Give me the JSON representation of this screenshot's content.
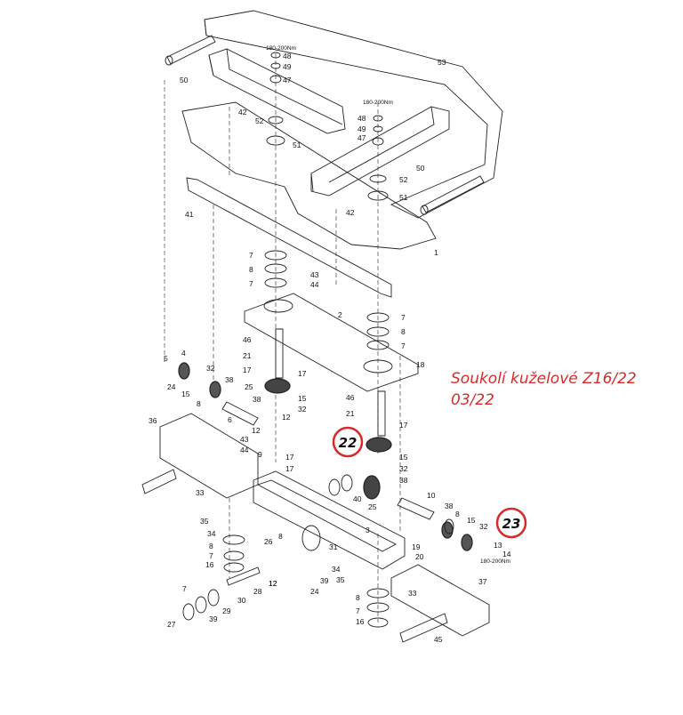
{
  "caption": {
    "line1": "Soukolí kuželové Z16/22",
    "line2": "03/22"
  },
  "highlight_color": "#d52b2b",
  "highlighted_parts": [
    {
      "id": "circle-22",
      "label": "22"
    },
    {
      "id": "circle-23",
      "label": "23"
    }
  ],
  "torque_labels": [
    {
      "id": "torque-top-left",
      "text": "180-200Nm"
    },
    {
      "id": "torque-top-right",
      "text": "180-200Nm"
    },
    {
      "id": "torque-bottom-right",
      "text": "180-200Nm"
    }
  ],
  "part_labels": [
    "53",
    "48",
    "49",
    "47",
    "50",
    "42",
    "52",
    "51",
    "48",
    "49",
    "47",
    "50",
    "52",
    "51",
    "41",
    "42",
    "1",
    "7",
    "8",
    "7",
    "43",
    "44",
    "2",
    "7",
    "8",
    "7",
    "46",
    "21",
    "17",
    "18",
    "5",
    "4",
    "32",
    "24",
    "15",
    "38",
    "25",
    "17",
    "15",
    "32",
    "46",
    "21",
    "17",
    "36",
    "8",
    "6",
    "38",
    "12",
    "12",
    "17",
    "43",
    "44",
    "9",
    "17",
    "15",
    "32",
    "33",
    "38",
    "10",
    "40",
    "25",
    "38",
    "8",
    "15",
    "32",
    "13",
    "14",
    "35",
    "34",
    "8",
    "26",
    "8",
    "3",
    "31",
    "19",
    "20",
    "7",
    "16",
    "12",
    "34",
    "35",
    "39",
    "33",
    "37",
    "28",
    "12",
    "24",
    "7",
    "30",
    "29",
    "39",
    "27",
    "8",
    "7",
    "16",
    "45"
  ]
}
